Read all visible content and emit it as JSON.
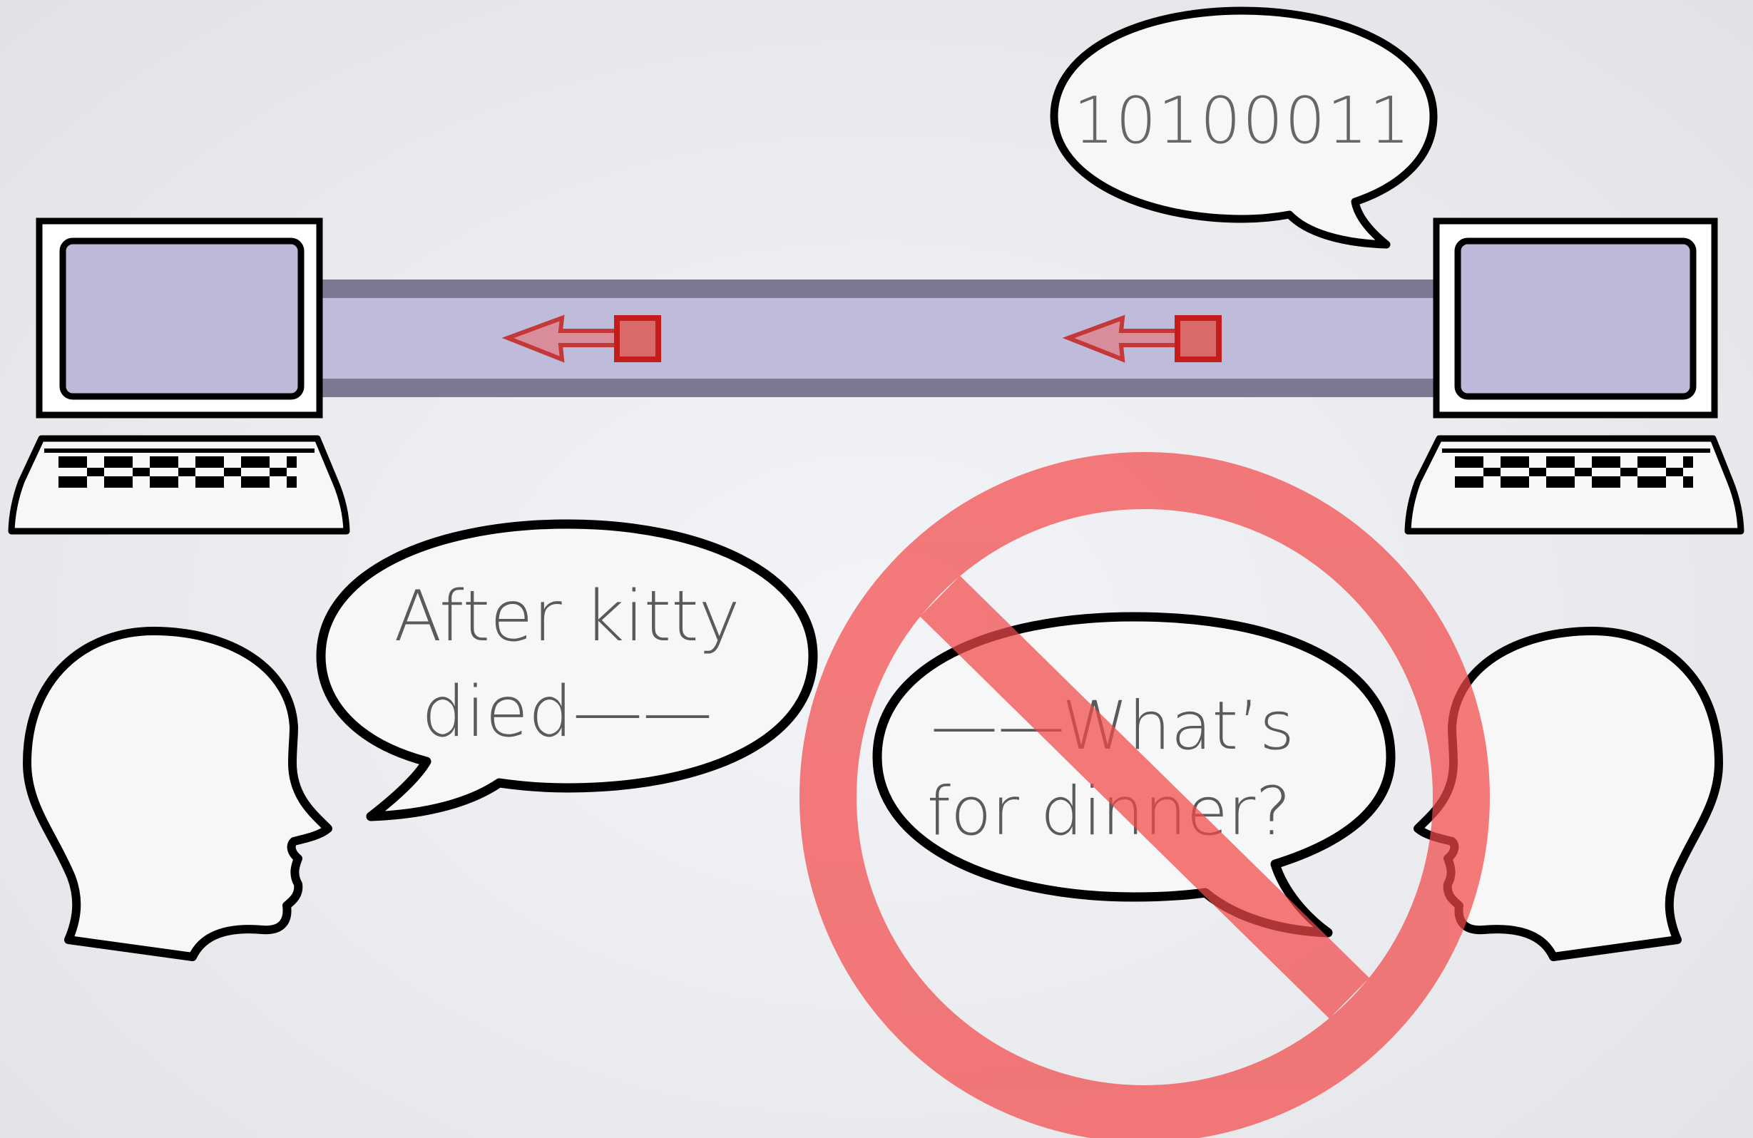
{
  "bubbles": {
    "binary": "10100011",
    "left_line1": "After kitty",
    "left_line2": "died——",
    "right_line1": "——What’s",
    "right_line2": "for dinner?"
  },
  "page_number": "",
  "colors": {
    "screen": "#bdb9d9",
    "channel": "#bebbdb",
    "channel_border": "#7b7a92",
    "packet": "#c41b1b",
    "prohibition": "#f45555"
  },
  "icons": {
    "computer": "desktop-computer-icon",
    "head": "person-head-icon",
    "no": "prohibition-icon",
    "arrow": "left-arrow-icon"
  }
}
